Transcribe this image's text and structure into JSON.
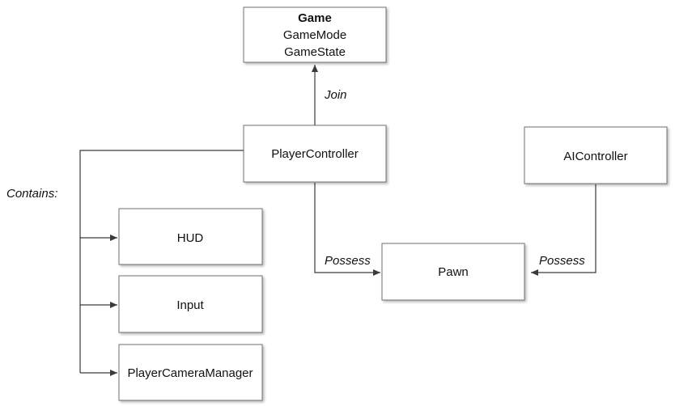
{
  "nodes": {
    "game": {
      "title": "Game",
      "line1": "GameMode",
      "line2": "GameState"
    },
    "player_controller": "PlayerController",
    "ai_controller": "AIController",
    "hud": "HUD",
    "input": "Input",
    "camera_manager": "PlayerCameraManager",
    "pawn": "Pawn"
  },
  "edge_labels": {
    "join": "Join",
    "contains": "Contains:",
    "possess_player": "Possess",
    "possess_ai": "Possess"
  }
}
